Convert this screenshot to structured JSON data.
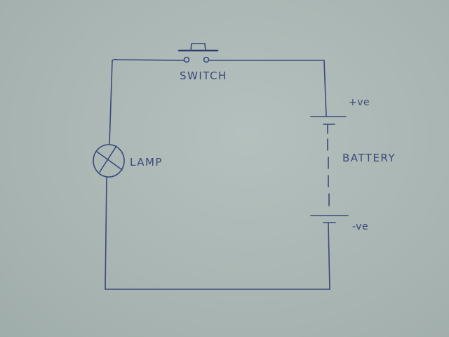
{
  "diagram": {
    "type": "circuit",
    "components": {
      "switch": {
        "label": "SWITCH"
      },
      "lamp": {
        "label": "LAMP"
      },
      "battery": {
        "label": "BATTERY",
        "positive_label": "+ve",
        "negative_label": "-ve"
      }
    },
    "colors": {
      "ink": "#3a4a7a",
      "paper": "#aab6b3"
    }
  }
}
